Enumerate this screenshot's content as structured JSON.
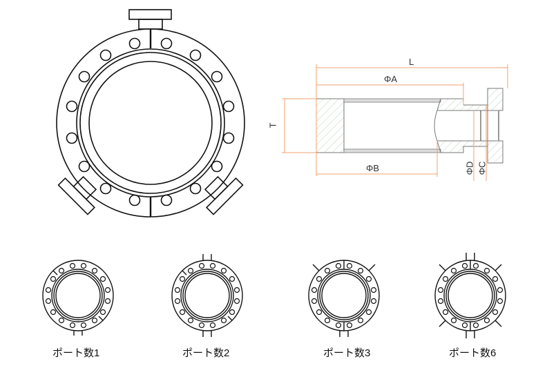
{
  "diagram": {
    "type": "technical-drawing",
    "subject": "multi-port flange",
    "front_view": {
      "bolt_holes": 16,
      "ports_shown": 3
    },
    "section_view": {
      "dimensions": {
        "L": "L",
        "A": "ΦA",
        "B": "ΦB",
        "C": "ΦC",
        "D": "ΦD",
        "T": "T"
      },
      "dimension_color": "#f0a070",
      "hatch_color": "#9fbf9f"
    },
    "variants": [
      {
        "label": "ポート数1",
        "ports": 1
      },
      {
        "label": "ポート数2",
        "ports": 2
      },
      {
        "label": "ポート数3",
        "ports": 3
      },
      {
        "label": "ポート数6",
        "ports": 6
      }
    ]
  }
}
